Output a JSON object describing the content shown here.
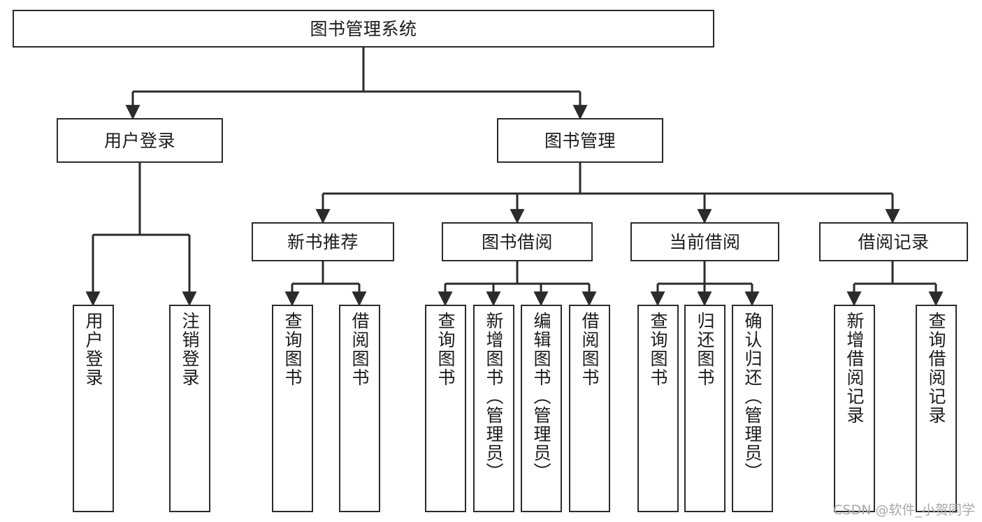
{
  "diagram": {
    "type": "tree-hierarchy",
    "title": "图书管理系统",
    "orientation": "top-down",
    "colors": {
      "box_border": "#2b2b2b",
      "box_fill": "#ffffff",
      "edge": "#2b2b2b",
      "text": "#1b1b1b",
      "watermark": "#a8a8a8",
      "background": "#ffffff"
    },
    "watermark": "CSDN @软件_小贺同学",
    "nodes": {
      "root": {
        "label": "图书管理系统"
      },
      "level1": [
        {
          "id": "user-login",
          "label": "用户登录"
        },
        {
          "id": "book-management",
          "label": "图书管理"
        }
      ],
      "level2": [
        {
          "id": "new-book-recommend",
          "label": "新书推荐",
          "parent": "book-management"
        },
        {
          "id": "book-borrow",
          "label": "图书借阅",
          "parent": "book-management"
        },
        {
          "id": "current-borrow",
          "label": "当前借阅",
          "parent": "book-management"
        },
        {
          "id": "borrow-record",
          "label": "借阅记录",
          "parent": "book-management"
        }
      ],
      "leaves": [
        {
          "id": "leaf-user-login",
          "label": "用户登录",
          "parent": "user-login"
        },
        {
          "id": "leaf-logout",
          "label": "注销登录",
          "parent": "user-login"
        },
        {
          "id": "leaf-query-book-1",
          "label": "查询图书",
          "parent": "new-book-recommend"
        },
        {
          "id": "leaf-borrow-book-1",
          "label": "借阅图书",
          "parent": "new-book-recommend"
        },
        {
          "id": "leaf-query-book-2",
          "label": "查询图书",
          "parent": "book-borrow"
        },
        {
          "id": "leaf-add-book",
          "label": "新增图书（管理员）",
          "parent": "book-borrow"
        },
        {
          "id": "leaf-edit-book",
          "label": "编辑图书（管理员）",
          "parent": "book-borrow"
        },
        {
          "id": "leaf-borrow-book-2",
          "label": "借阅图书",
          "parent": "book-borrow"
        },
        {
          "id": "leaf-query-book-3",
          "label": "查询图书",
          "parent": "current-borrow"
        },
        {
          "id": "leaf-return-book",
          "label": "归还图书",
          "parent": "current-borrow"
        },
        {
          "id": "leaf-confirm-return",
          "label": "确认归还（管理员）",
          "parent": "current-borrow"
        },
        {
          "id": "leaf-add-record",
          "label": "新增借阅记录",
          "parent": "borrow-record"
        },
        {
          "id": "leaf-query-record",
          "label": "查询借阅记录",
          "parent": "borrow-record"
        }
      ]
    }
  }
}
